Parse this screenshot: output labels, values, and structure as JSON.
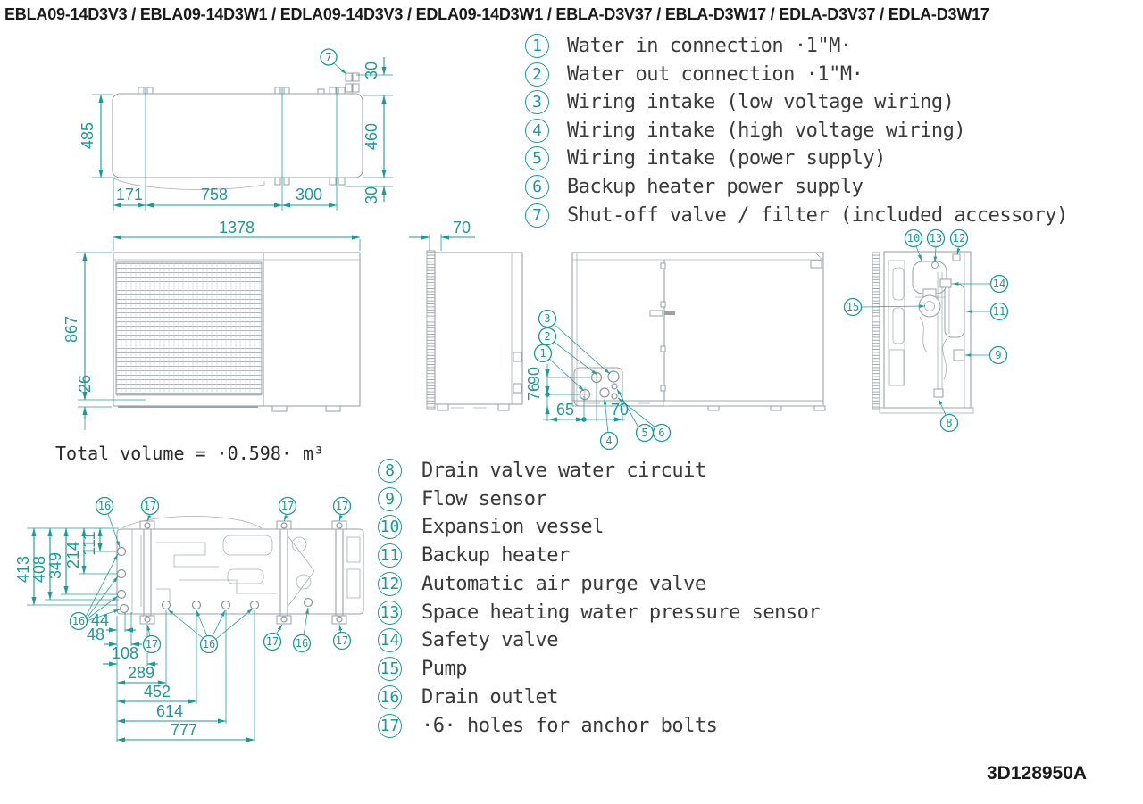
{
  "title": "EBLA09-14D3V3 / EBLA09-14D3W1 / EDLA09-14D3V3 / EDLA09-14D3W1 / EBLA-D3V37 / EBLA-D3W17 / EDLA-D3V37 / EDLA-D3W17",
  "doc_code": "3D128950A",
  "total_volume": "Total volume = ·0.598· m³",
  "colors": {
    "accent": "#1e9898",
    "drawing_line": "#9aa2a5",
    "text": "#3a3a3a"
  },
  "legend_top": [
    {
      "num": "1",
      "label": "Water in connection ·1\"M·"
    },
    {
      "num": "2",
      "label": "Water out connection ·1\"M·"
    },
    {
      "num": "3",
      "label": "Wiring intake (low voltage wiring)"
    },
    {
      "num": "4",
      "label": "Wiring intake (high voltage wiring)"
    },
    {
      "num": "5",
      "label": "Wiring intake (power supply)"
    },
    {
      "num": "6",
      "label": "Backup heater power supply"
    },
    {
      "num": "7",
      "label": "Shut-off valve / filter (included accessory)"
    }
  ],
  "legend_bottom": [
    {
      "num": "8",
      "label": "Drain valve water circuit"
    },
    {
      "num": "9",
      "label": "Flow sensor"
    },
    {
      "num": "10",
      "label": "Expansion vessel"
    },
    {
      "num": "11",
      "label": "Backup heater"
    },
    {
      "num": "12",
      "label": "Automatic air purge valve"
    },
    {
      "num": "13",
      "label": "Space heating water pressure sensor"
    },
    {
      "num": "14",
      "label": "Safety valve"
    },
    {
      "num": "15",
      "label": "Pump"
    },
    {
      "num": "16",
      "label": "Drain outlet"
    },
    {
      "num": "17",
      "label": "·6· holes for anchor bolts"
    }
  ],
  "callouts": {
    "c1": "1",
    "c2": "2",
    "c3": "3",
    "c4": "4",
    "c5": "5",
    "c6": "6",
    "c7": "7",
    "c8": "8",
    "c9": "9",
    "c10": "10",
    "c11": "11",
    "c12": "12",
    "c13": "13",
    "c14": "14",
    "c15": "15",
    "c16": "16",
    "c17": "17"
  },
  "dims": {
    "top": {
      "d485": "485",
      "d30a": "30",
      "d460": "460",
      "d30b": "30",
      "d171": "171",
      "d758": "758",
      "d300": "300"
    },
    "front": {
      "d1378": "1378",
      "d867": "867",
      "d26": "26"
    },
    "side": {
      "d70": "70"
    },
    "back": {
      "d90": "90",
      "d76": "76",
      "d65": "65",
      "d70": "70"
    },
    "bottom": {
      "d413": "413",
      "d408": "408",
      "d349": "349",
      "d214": "214",
      "d111": "111",
      "d44": "44",
      "d48": "48",
      "d108": "108",
      "d289": "289",
      "d452": "452",
      "d614": "614",
      "d777": "777"
    }
  }
}
